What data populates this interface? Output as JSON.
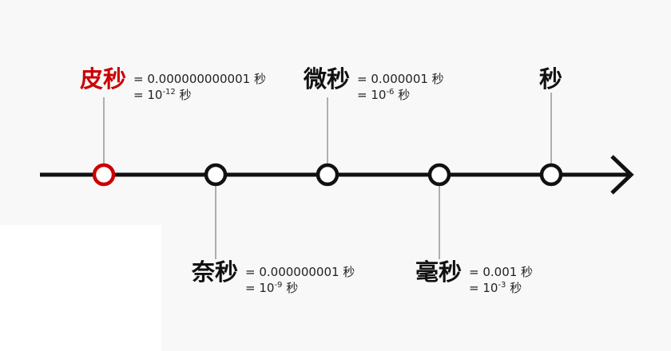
{
  "colors": {
    "line": "#111111",
    "highlight": "#cc0000",
    "text": "#222222"
  },
  "units": [
    {
      "id": "picosecond",
      "name": "皮秒",
      "value": "= 0.000000000001 秒",
      "power_prefix": "= 10",
      "exponent": "-12",
      "power_suffix": " 秒",
      "highlight": true
    },
    {
      "id": "nanosecond",
      "name": "奈秒",
      "value": "= 0.000000001 秒",
      "power_prefix": "= 10",
      "exponent": "-9",
      "power_suffix": " 秒",
      "highlight": false
    },
    {
      "id": "microsecond",
      "name": "微秒",
      "value": "= 0.000001 秒",
      "power_prefix": "= 10",
      "exponent": "-6",
      "power_suffix": " 秒",
      "highlight": false
    },
    {
      "id": "millisecond",
      "name": "毫秒",
      "value": "= 0.001 秒",
      "power_prefix": "= 10",
      "exponent": "-3",
      "power_suffix": " 秒",
      "highlight": false
    },
    {
      "id": "second",
      "name": "秒",
      "highlight": false
    }
  ]
}
